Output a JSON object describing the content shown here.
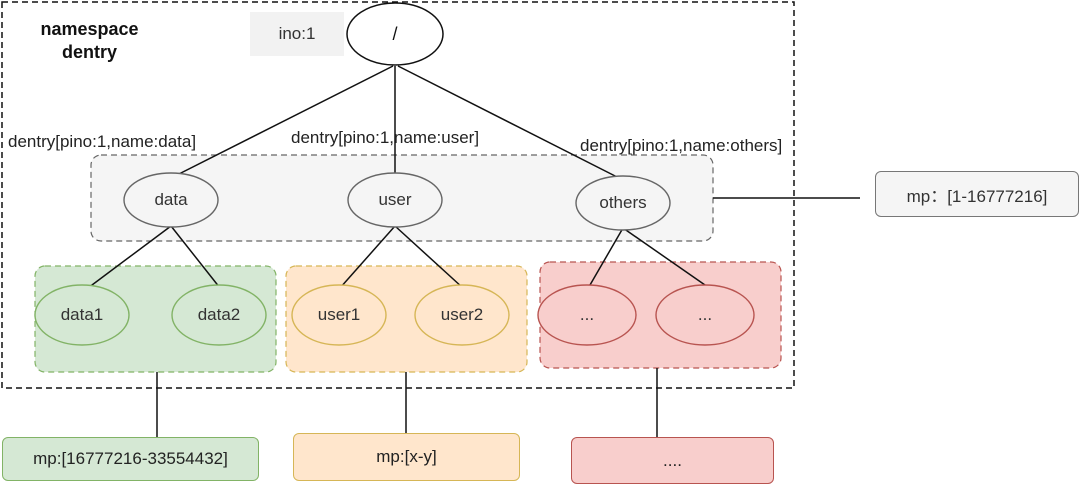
{
  "namespace": {
    "title_line1": "namespace",
    "title_line2": "dentry"
  },
  "root": {
    "ino_label": "ino:1",
    "name": "/"
  },
  "dentries": [
    {
      "label": "dentry[pino:1,name:data]"
    },
    {
      "label": "dentry[pino:1,name:user]"
    },
    {
      "label": "dentry[pino:1,name:others]"
    }
  ],
  "level1": [
    "data",
    "user",
    "others"
  ],
  "groups": {
    "data": {
      "children": [
        "data1",
        "data2"
      ],
      "mp": "mp:[16777216-33554432]"
    },
    "user": {
      "children": [
        "user1",
        "user2"
      ],
      "mp": "mp:[x-y]"
    },
    "others": {
      "children": [
        "...",
        "..."
      ],
      "mp": "...."
    }
  },
  "meta_mp": "mp：[1-16777216]",
  "colors": {
    "green_fill": "#d5e8d4",
    "green_stroke": "#82b366",
    "orange_fill": "#ffe6cc",
    "orange_stroke": "#d6b656",
    "red_fill": "#f8cecc",
    "red_stroke": "#b85450",
    "gray_fill": "#f5f5f5",
    "gray_stroke": "#666666"
  }
}
